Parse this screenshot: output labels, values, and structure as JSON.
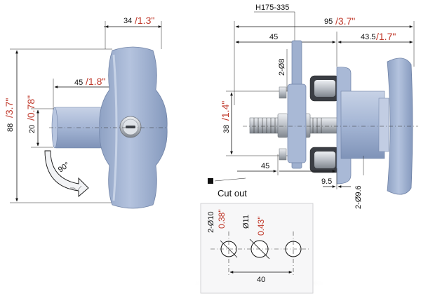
{
  "dimensions": {
    "left_width_mm": "34",
    "left_width_in": "/1.3\"",
    "left_height_mm": "88",
    "left_height_in": "/3.7\"",
    "spindle_length_mm": "45",
    "spindle_length_in": "/1.8\"",
    "spindle_dia_mm": "20",
    "spindle_dia_in": "/0.78\"",
    "rotation": "90°",
    "range": "H175-335",
    "total_length_mm": "95",
    "total_length_in": "/3.7\"",
    "plate_depth_mm": "45",
    "handle_depth_mm": "43.5",
    "handle_depth_in": "/1.7\"",
    "hole_label": "2-Ø8",
    "side_height_mm": "38",
    "side_height_in": "/1.4\"",
    "lower_mm": "45",
    "offset_mm": "9.5",
    "base_hole_label": "2-Ø9.6"
  },
  "cutout": {
    "title": "Cut out",
    "hole_a_label": "2-Ø10",
    "hole_a_in": "0.38\"",
    "hole_b_label": "Ø11",
    "hole_b_in": "0.43\"",
    "spacing_mm": "40"
  },
  "colors": {
    "body": "#a9b9d6",
    "body_dark": "#7f93b8",
    "metal": "#c9cdd2",
    "accent_red": "#c0392b"
  }
}
